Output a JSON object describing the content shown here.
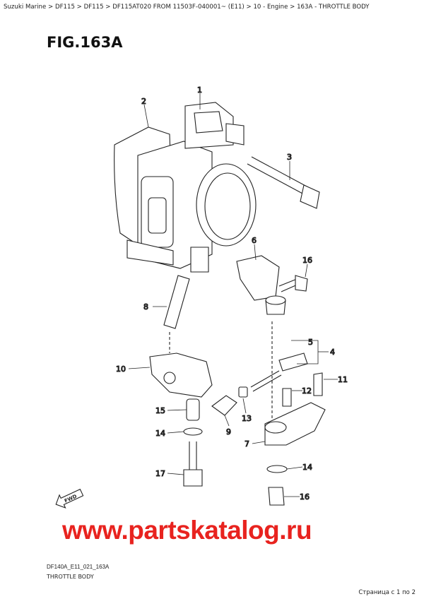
{
  "breadcrumb": "Suzuki Marine > DF115 > DF115 > DF115AT020 FROM 11503F-040001~ (E11) > 10 - Engine > 163A - THROTTLE BODY",
  "figure_title": "FIG.163A",
  "callouts": [
    "1",
    "2",
    "3",
    "6",
    "16",
    "8",
    "5",
    "4",
    "10",
    "11",
    "12",
    "15",
    "13",
    "9",
    "14",
    "7",
    "14",
    "17",
    "16"
  ],
  "watermark": "www.partskatalog.ru",
  "fwd_label": "FWD",
  "diagram_code": "DF140A_E11_021_163A",
  "diagram_title": "THROTTLE BODY",
  "pagination": "Страница с 1 по 2",
  "colors": {
    "callout": "#b22222",
    "watermark": "#e8231f"
  }
}
